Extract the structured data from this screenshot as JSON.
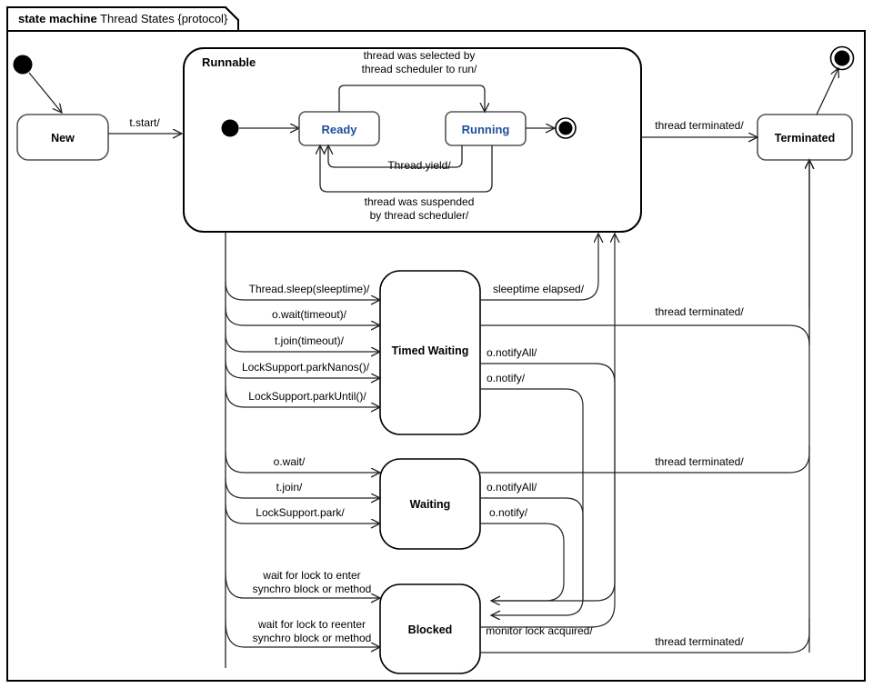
{
  "frame": {
    "keyword": "state machine",
    "name": "Thread States {protocol}",
    "full_label": "state machine Thread States {protocol}"
  },
  "states": {
    "new": {
      "label": "New"
    },
    "runnable": {
      "label": "Runnable"
    },
    "ready": {
      "label": "Ready"
    },
    "running": {
      "label": "Running"
    },
    "timed_waiting": {
      "label": "Timed Waiting"
    },
    "waiting": {
      "label": "Waiting"
    },
    "blocked": {
      "label": "Blocked"
    },
    "terminated": {
      "label": "Terminated"
    }
  },
  "pseudostates": {
    "initial_top": "initial-state",
    "initial_runnable": "initial-state",
    "final_runnable": "final-state",
    "final_top": "final-state"
  },
  "transitions": {
    "start": "t.start/",
    "selected_by_scheduler": {
      "line1": "thread was selected by",
      "line2": "thread scheduler to run/"
    },
    "thread_yield": "Thread.yield/",
    "suspended_by_scheduler": {
      "line1": "thread was suspended",
      "line2": "by thread scheduler/"
    },
    "terminated_runnable": "thread terminated/",
    "thread_sleep": "Thread.sleep(sleeptime)/",
    "o_wait_timeout": "o.wait(timeout)/",
    "t_join_timeout": "t.join(timeout)/",
    "park_nanos": "LockSupport.parkNanos()/",
    "park_until": "LockSupport.parkUntil()/",
    "sleeptime_elapsed": "sleeptime elapsed/",
    "timed_notify_all": "o.notifyAll/",
    "timed_notify": "o.notify/",
    "terminated_timed": "thread terminated/",
    "o_wait": "o.wait/",
    "t_join": "t.join/",
    "park": "LockSupport.park/",
    "wait_notify_all": "o.notifyAll/",
    "wait_notify": "o.notify/",
    "terminated_waiting": "thread terminated/",
    "wait_for_lock_enter": {
      "line1": "wait for lock to enter",
      "line2": "synchro block or method"
    },
    "wait_for_lock_reenter": {
      "line1": "wait for lock to reenter",
      "line2": "synchro block or method"
    },
    "monitor_lock_acquired": "monitor lock acquired/",
    "terminated_blocked": "thread terminated/"
  },
  "colors": {
    "background": "#ffffff",
    "frame_stroke": "#000000",
    "state_stroke": "#555555",
    "edge_stroke": "#222222",
    "inner_state_text": "#1F4E99",
    "state_text": "#000000"
  }
}
